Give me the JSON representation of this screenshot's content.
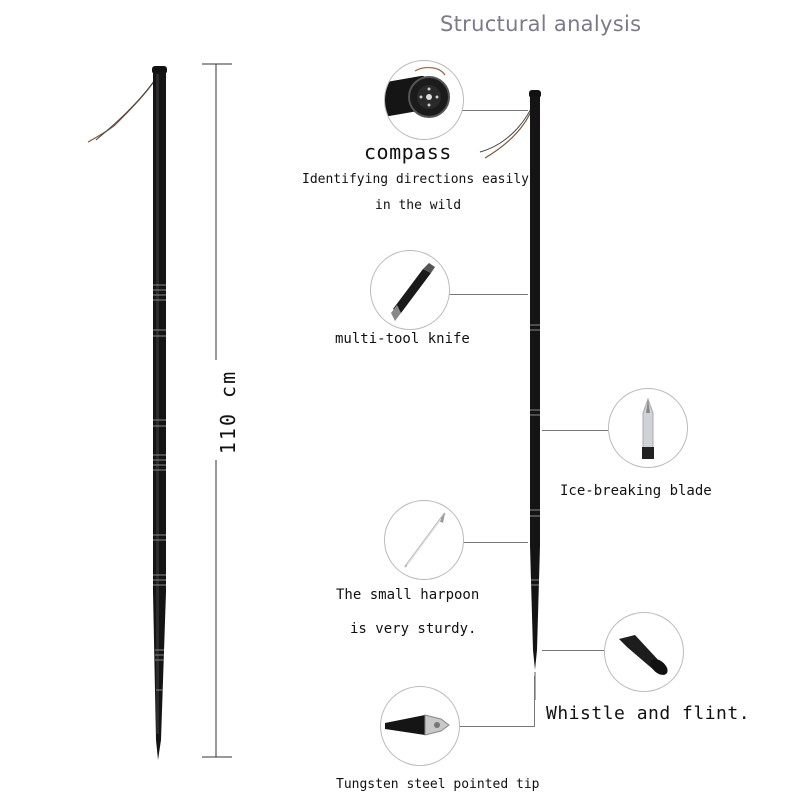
{
  "title": "Structural analysis",
  "dimension": {
    "label": "110 cm"
  },
  "callouts": {
    "compass": {
      "heading": "compass",
      "lines": [
        "Identifying directions easily",
        "in the wild"
      ],
      "icon": "compass-icon"
    },
    "knife": {
      "heading": "multi-tool knife",
      "icon": "knife-icon"
    },
    "blade": {
      "heading": "Ice-breaking blade",
      "icon": "blade-icon"
    },
    "harpoon": {
      "lines": [
        "The small harpoon",
        "is very sturdy."
      ],
      "icon": "harpoon-icon"
    },
    "whistle": {
      "heading": "Whistle and flint.",
      "icon": "whistle-icon"
    },
    "tip": {
      "heading": "Tungsten steel pointed tip",
      "icon": "tip-icon"
    }
  }
}
